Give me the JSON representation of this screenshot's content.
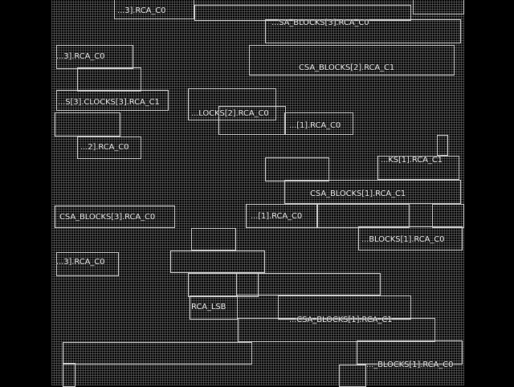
{
  "labels": [
    "...3].RCA_C0",
    "...SA_BLOCKS[3].RCA_C0",
    "...3].RCA_C0",
    "CSA_BLOCKS[2].RCA_C1",
    "...S[3].CLOCKS[3].RCA_C1",
    "...LOCKS[2].RCA_C0",
    "...[1].RCA_C0",
    "...2].RCA_C0",
    "...KS[1].RCA_C1",
    "CSA_BLOCKS[1].RCA_C1",
    "CSA_BLOCKS[3].RCA_C0",
    "...[1].RCA_C0",
    "...BLOCKS[1].RCA_C0",
    "...3].RCA_C0",
    "RCA_LSB",
    "...CSA_BLOCKS[1].RCA_C1",
    "..._BLOCKS[1].RCA_C0"
  ]
}
